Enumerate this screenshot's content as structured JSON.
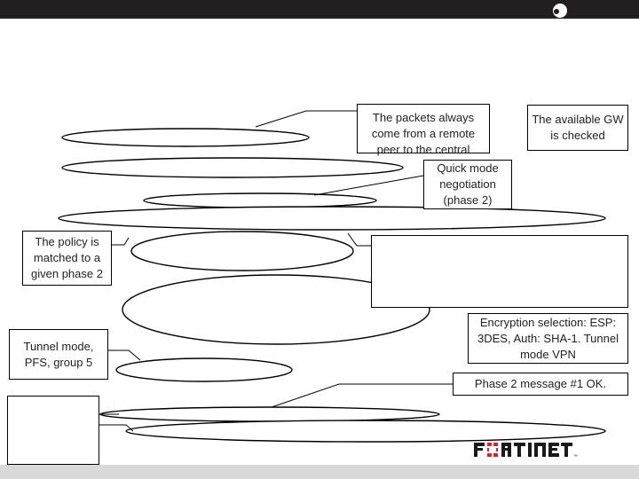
{
  "callouts": {
    "packets": "The packets always come from a remote peer to the central",
    "available_gw": "The available GW is checked",
    "quick_mode": "Quick mode negotiation (phase 2)",
    "policy": "The policy is matched to a given phase 2",
    "tunnel_mode": "Tunnel mode, PFS, group 5",
    "encryption": "Encryption selection: ESP: 3DES, Auth: SHA-1. Tunnel mode VPN",
    "phase2_msg": "Phase 2 message #1 OK."
  },
  "logo": {
    "text": "FORTINET",
    "trademark": "™"
  },
  "colors": {
    "top_bar": "#231f20",
    "bottom_bar": "#d9d9d9",
    "logo_accent": "#e41e26"
  }
}
